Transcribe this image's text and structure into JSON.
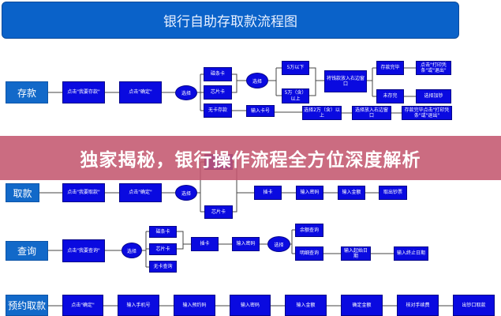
{
  "title": "银行自助存取款流程图",
  "banner": "独家揭秘，银行操作流程全方位深度解析",
  "colors": {
    "title_bg": "#0a62c9",
    "label_bg": "#1269c9",
    "box_bg": "#0a0ae0",
    "banner_bg": "#c45870"
  },
  "deposit": {
    "label": "存款",
    "click_deposit": "点击\"我要存款\"",
    "click_confirm": "点击\"确定\"",
    "select": "选择",
    "magstripe": "磁条卡",
    "chip": "芯片卡",
    "cardless": "无卡存款",
    "select2": "选择",
    "under50k": "5万以下",
    "over50k": "5万（含）以上",
    "put_cash": "将钱款放入右边窗口",
    "done": "存款完毕",
    "not_done": "未存完",
    "print_or_exit": "点击\"打印凭条\"或\"退出\"",
    "add_cash": "选择加钞",
    "enter_card_no": "输入卡号",
    "select_20k": "选择2万（含）以上",
    "put_right": "选择放入右边窗口",
    "done_print": "存款完毕点击\"打印凭条\"或\"退出\""
  },
  "withdraw": {
    "label": "取款",
    "click_withdraw": "点击\"我要取款\"",
    "click_confirm": "点击\"确定\"",
    "select": "选择",
    "chip": "芯片卡",
    "insert": "插卡",
    "password": "输入密码",
    "amount": "输入金额",
    "take_cash": "取出钞票"
  },
  "query": {
    "label": "查询",
    "click_query": "点击\"我要查询\"",
    "select": "选择",
    "magstripe": "磁条卡",
    "chip": "芯片卡",
    "cardless": "无卡查询",
    "insert": "插卡",
    "password": "输入密码",
    "select2": "选择",
    "balance": "余额查询",
    "detail": "明细查询",
    "start_date": "输入起始日期",
    "end_date": "输入终止日期"
  },
  "reserve": {
    "label": "预约取款",
    "steps": [
      "点击\"确定\"",
      "输入手机号",
      "输入预约码",
      "输入密码",
      "输入金额",
      "确定金额",
      "核对手续费",
      "出钞口取款"
    ]
  }
}
